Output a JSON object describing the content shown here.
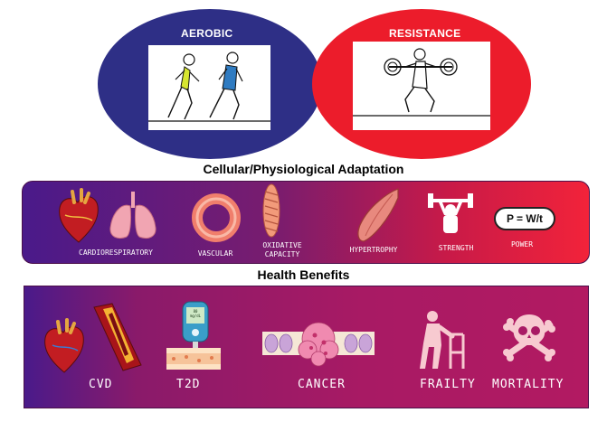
{
  "top": {
    "aerobic_title": "AEROBIC",
    "resistance_title": "RESISTANCE",
    "colors": {
      "aerobic": "#2e2f86",
      "resistance": "#ec1c2b"
    }
  },
  "adaptation": {
    "heading": "Cellular/Physiological Adaptation",
    "items": [
      {
        "label": "CARDIORESPIRATORY"
      },
      {
        "label": "VASCULAR"
      },
      {
        "label": "OXIDATIVE\nCAPACITY"
      },
      {
        "label": "HYPERTROPHY"
      },
      {
        "label": "STRENGTH"
      },
      {
        "label": "POWER"
      }
    ],
    "power_formula": "P = W/t"
  },
  "benefits": {
    "heading": "Health Benefits",
    "items": [
      {
        "label": "CVD"
      },
      {
        "label": "T2D"
      },
      {
        "label": "CANCER"
      },
      {
        "label": "FRAILTY"
      },
      {
        "label": "MORTALITY"
      }
    ],
    "glucometer_readout": "80\nmg/dL"
  }
}
